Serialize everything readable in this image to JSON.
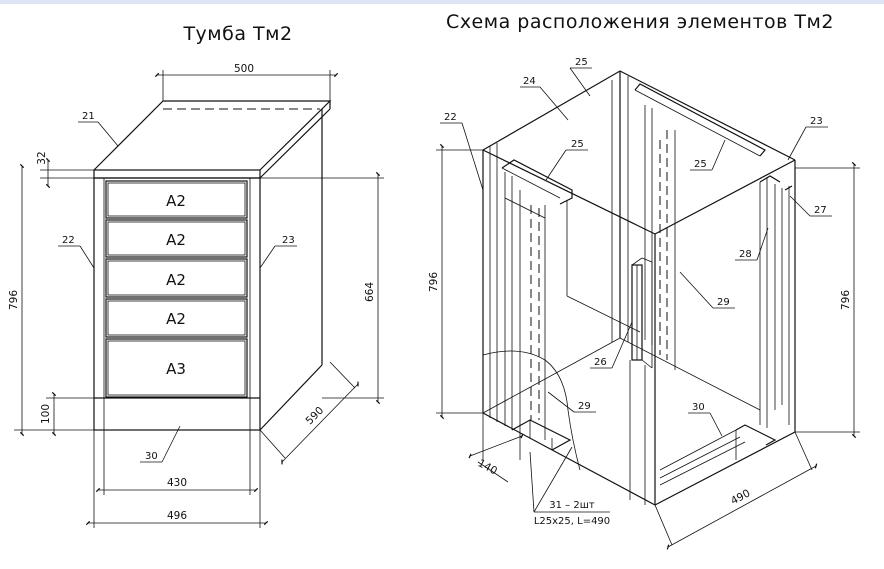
{
  "left_view": {
    "title": "Тумба Тм2",
    "drawers": [
      "A2",
      "A2",
      "A2",
      "A2",
      "A3"
    ],
    "dimensions": {
      "top_width": "500",
      "top_thickness": "32",
      "height_total": "796",
      "plinth": "100",
      "carcass_height": "664",
      "depth": "590",
      "inner_width": "430",
      "overall_width": "496"
    },
    "callouts": {
      "top": "21",
      "left_side": "22",
      "right_side": "23",
      "bottom": "30"
    }
  },
  "right_view": {
    "title": "Схема расположения элементов Тм2",
    "dimensions": {
      "height_left": "796",
      "height_right": "796",
      "plinth_depth": "140",
      "width": "490"
    },
    "callouts": {
      "c22": "22",
      "c24": "24",
      "c25_top": "25",
      "c25_left": "25",
      "c25_right": "25",
      "c23": "23",
      "c27": "27",
      "c28": "28",
      "c29_mid": "29",
      "c26": "26",
      "c29_low": "29",
      "c30": "30"
    },
    "note_line1": "31 – 2шт",
    "note_line2": "L25x25, L=490"
  }
}
